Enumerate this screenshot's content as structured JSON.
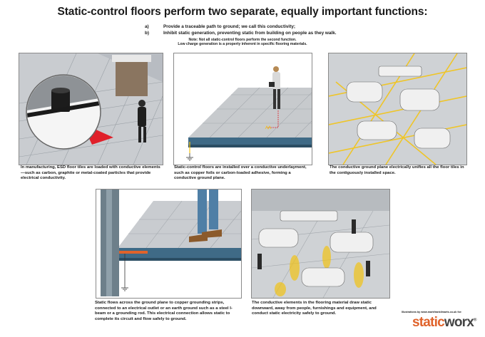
{
  "title": "Static-control floors perform two separate, equally important functions:",
  "functions": [
    {
      "key": "a)",
      "text": "Provide a traceable path to ground; we call this conductivity;"
    },
    {
      "key": "b)",
      "text": "Inhibit static generation, preventing static from building on people as they walk."
    }
  ],
  "note": {
    "line1": "Note: Not all static-control floors perform the second function.",
    "line2": "Low charge generation is a property inherent in specific flooring materials."
  },
  "captions": {
    "p1": "In manufacturing, ESD floor tiles are loaded with conductive elements—such as carbon, graphite or metal-coated particles that provide electrical conductivity.",
    "p2": "Static-control floors are installed over a conductive underlayment, such as copper foils or carbon-loaded adhesive, forming a conductive ground plane.",
    "p3": "The conductive ground plane electrically unifies all the floor tiles in the contiguously installed space.",
    "p4": "Static flows across the ground plane to copper grounding strips, connected to an electrical outlet or an earth ground such as a steel I-beam or a grounding rod. This electrical connection allows static to complete its circuit and flow safely to ground.",
    "p5": "The conductive elements in the flooring material draw static downward, away from people, furnishings and equipment, and conduct static electricity safely to ground."
  },
  "credit": "Illustrations by www.markfrankilmarts.co.uk for:",
  "brand": {
    "part1": "static",
    "part2": "worx",
    "mark": "®"
  },
  "colors": {
    "accent": "#e0622a",
    "conductive": "#f2c315",
    "floor_edge": "#3f6a86",
    "alert": "#e0202a"
  }
}
